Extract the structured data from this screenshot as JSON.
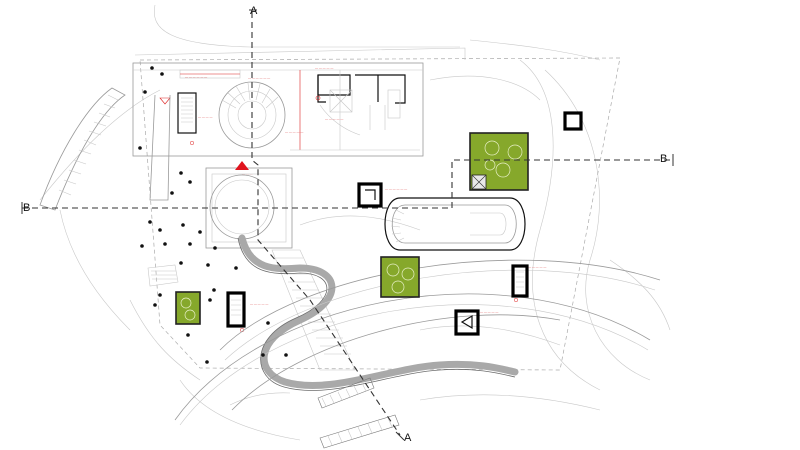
{
  "section_lines": {
    "a_label_top": "A",
    "a_label_bottom": "A",
    "b_label_left": "B",
    "b_label_right": "B"
  },
  "colors": {
    "courtyard_green": "#86a82b",
    "annotation_red": "#d02020",
    "path_grey": "#a9a9a9"
  },
  "icons": {
    "section_marker": "section-arrow-icon",
    "entrance_marker": "red-triangle-icon"
  }
}
